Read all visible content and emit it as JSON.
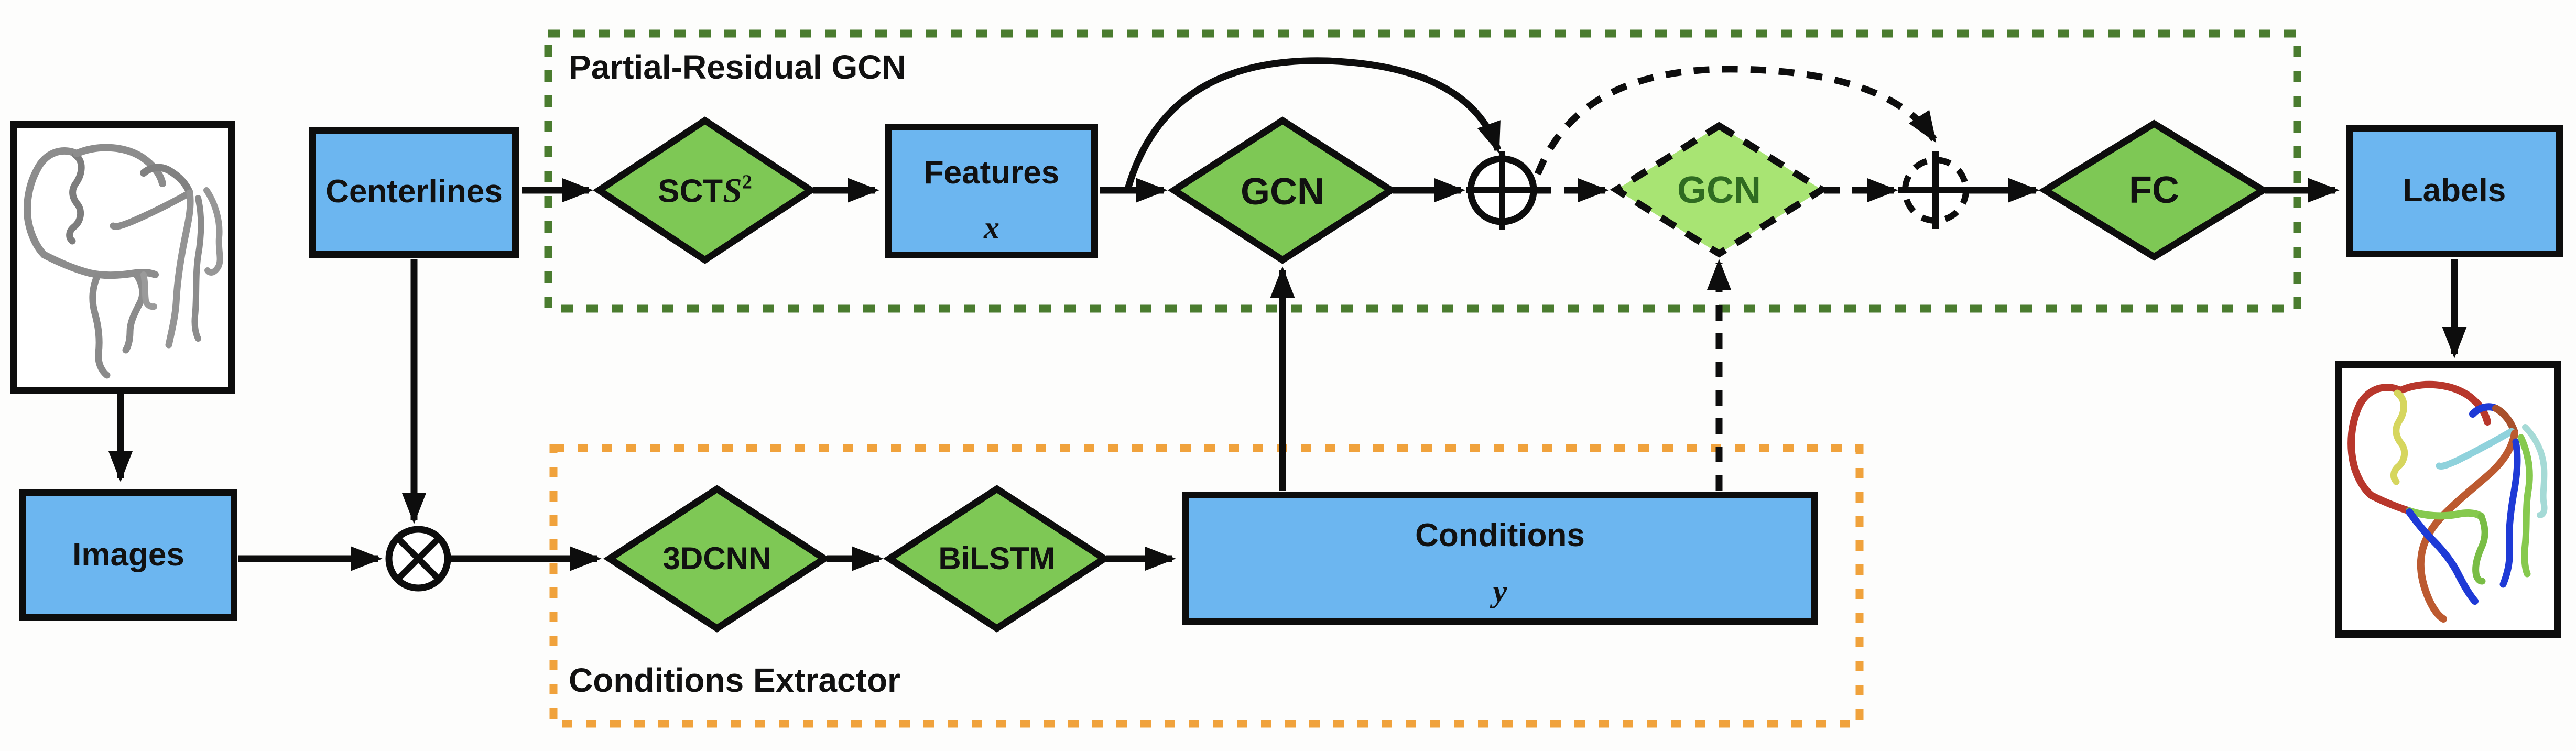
{
  "groups": {
    "partial_residual_gcn": {
      "label": "Partial-Residual GCN"
    },
    "conditions_extractor": {
      "label": "Conditions Extractor"
    }
  },
  "nodes": {
    "centerlines": {
      "label": "Centerlines"
    },
    "images": {
      "label": "Images"
    },
    "features": {
      "label": "Features",
      "symbol": "x"
    },
    "conditions": {
      "label": "Conditions",
      "symbol": "y"
    },
    "labels_out": {
      "label": "Labels"
    },
    "sct": {
      "label": "SCT",
      "symbol": "S",
      "superscript": "2"
    },
    "gcn_1": {
      "label": "GCN"
    },
    "gcn_2": {
      "label": "GCN"
    },
    "fc": {
      "label": "FC"
    },
    "cnn_3d": {
      "label": "3DCNN"
    },
    "bilstm": {
      "label": "BiLSTM"
    }
  },
  "operators": {
    "multiply": {
      "icon": "circle-times-operator",
      "glyph": "⊗"
    },
    "add_residual": {
      "icon": "circle-plus-operator",
      "glyph": "⊕"
    },
    "add_residual_dashed": {
      "icon": "circle-plus-operator-dashed",
      "glyph": "⊕"
    }
  },
  "colors": {
    "node_fill_blue": "#6cb6f0",
    "diamond_green": "#7ec855",
    "diamond_green_light": "#a8e473",
    "frame_green": "#4a7c2f",
    "frame_orange": "#f0a23c",
    "line_black": "#0d0d0d",
    "gcn2_text": "#2f6b21"
  },
  "vessel_palette": [
    "#b8372c",
    "#d6d65e",
    "#1e3ad6",
    "#8fd2dc",
    "#a8502c",
    "#86c94e"
  ]
}
